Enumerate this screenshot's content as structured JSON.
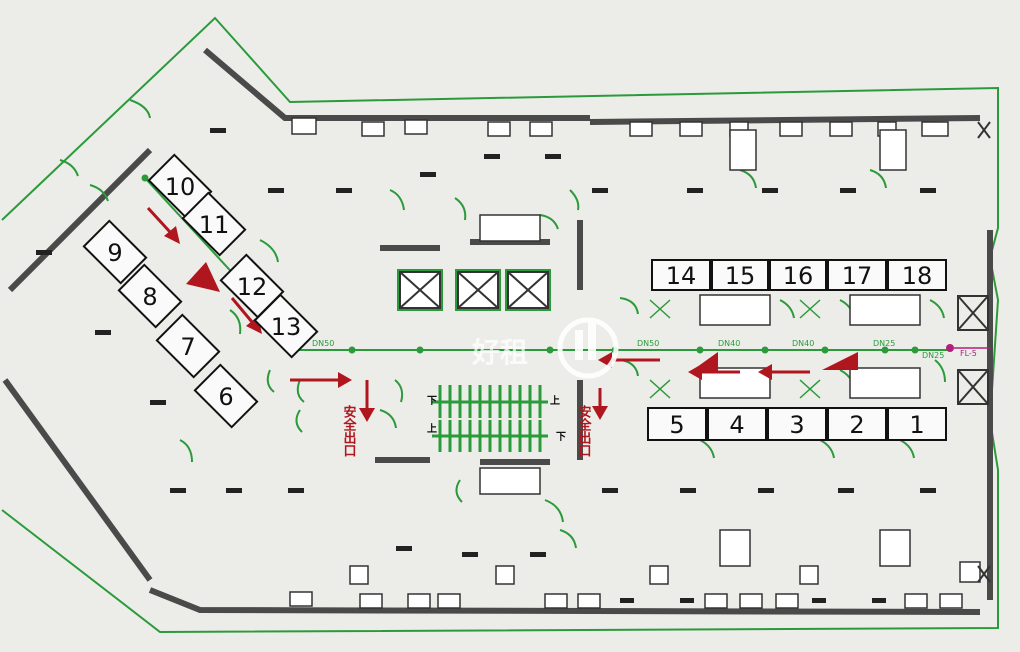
{
  "map": {
    "room_numbers": {
      "top_row": [
        "14",
        "15",
        "16",
        "17",
        "18"
      ],
      "bottom_row": [
        "5",
        "4",
        "3",
        "2",
        "1"
      ],
      "diagonal_right": [
        "10",
        "11",
        "12",
        "13"
      ],
      "diagonal_left": [
        "9",
        "8",
        "7",
        "6"
      ]
    },
    "safety_exit_label": "安全出口",
    "stairs": {
      "up": "上",
      "down": "下"
    },
    "pipe_labels": [
      "DN50",
      "DN50",
      "DN40",
      "DN40",
      "DN25",
      "DN25"
    ],
    "valve_label": "FL-5",
    "watermark": "好租",
    "colors": {
      "wall": "#4a4a4a",
      "fire_pipe": "#2b9a3a",
      "exit_arrow": "#b0161e",
      "valve": "#b0207a",
      "background": "#e9ebe7"
    }
  }
}
